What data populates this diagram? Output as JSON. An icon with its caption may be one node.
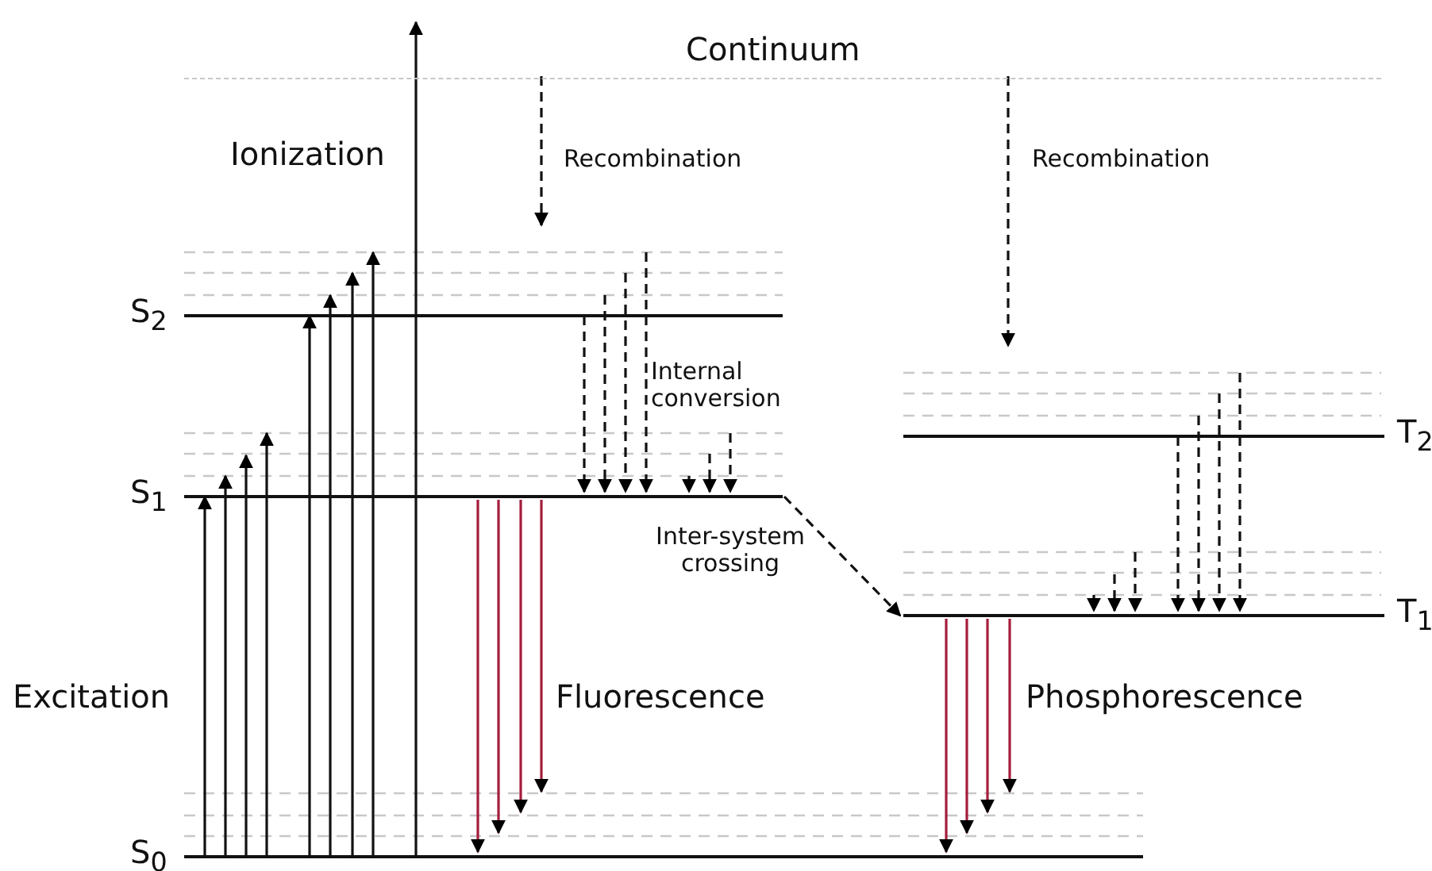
{
  "diagram": {
    "nodes": [
      {
        "text": [
          "Continuum"
        ]
      },
      {
        "text": [
          "S$_{2}$"
        ]
      },
      {
        "text": [
          "S$_{1}$"
        ]
      },
      {
        "text": [
          "S$_{0}$"
        ]
      },
      {
        "text": [
          "T$_{2}$"
        ]
      },
      {
        "text": [
          "T$_{1}$"
        ]
      }
    ],
    "edges": [
      {
        "from": 3,
        "to": 2,
        "arrow": "to"
      },
      {
        "from": 3,
        "to": 2,
        "arrow": "to"
      },
      {
        "from": 3,
        "to": 2,
        "arrow": "to"
      },
      {
        "from": 3,
        "to": 2,
        "arrow": "to"
      },
      {
        "from": 3,
        "to": 1,
        "arrow": "to"
      },
      {
        "from": 3,
        "to": 1,
        "arrow": "to"
      },
      {
        "from": 3,
        "to": 1,
        "arrow": "to"
      },
      {
        "from": 3,
        "to": 1,
        "arrow": "to"
      },
      {
        "from": 3,
        "to": 0,
        "arrow": "to"
      },
      {
        "from": 0,
        "to": null,
        "arrow": "to",
        "style": "dashed"
      },
      {
        "from": 0,
        "to": null,
        "arrow": "to",
        "style": "dashed"
      },
      {
        "from": 1,
        "to": 2,
        "arrow": "to",
        "style": "dashed"
      },
      {
        "from": 1,
        "to": 2,
        "arrow": "to",
        "style": "dashed"
      },
      {
        "from": 1,
        "to": 2,
        "arrow": "to",
        "style": "dashed"
      },
      {
        "from": 1,
        "to": 2,
        "arrow": "to",
        "style": "dashed"
      },
      {
        "from": null,
        "to": 2,
        "arrow": "to",
        "style": "dashed"
      },
      {
        "from": null,
        "to": 2,
        "arrow": "to",
        "style": "dashed"
      },
      {
        "from": null,
        "to": 2,
        "arrow": "to",
        "style": "dashed"
      },
      {
        "from": 2,
        "to": 5,
        "arrow": "to",
        "style": "dashed"
      },
      {
        "from": 2,
        "to": 3,
        "arrow": "to",
        "color": "#a51d3c"
      },
      {
        "from": 2,
        "to": 3,
        "arrow": "to",
        "color": "#a51d3c"
      },
      {
        "from": 2,
        "to": 3,
        "arrow": "to",
        "color": "#a51d3c"
      },
      {
        "from": 2,
        "to": 3,
        "arrow": "to",
        "color": "#a51d3c"
      },
      {
        "from": null,
        "to": 5,
        "arrow": "to",
        "style": "dashed"
      },
      {
        "from": null,
        "to": 5,
        "arrow": "to",
        "style": "dashed"
      },
      {
        "from": null,
        "to": 5,
        "arrow": "to",
        "style": "dashed"
      },
      {
        "from": 4,
        "to": 5,
        "arrow": "to",
        "style": "dashed"
      },
      {
        "from": 4,
        "to": 5,
        "arrow": "to",
        "style": "dashed"
      },
      {
        "from": 4,
        "to": 5,
        "arrow": "to",
        "style": "dashed"
      },
      {
        "from": 4,
        "to": 5,
        "arrow": "to",
        "style": "dashed"
      },
      {
        "from": 5,
        "to": 3,
        "arrow": "to",
        "color": "#a51d3c"
      },
      {
        "from": 5,
        "to": 3,
        "arrow": "to",
        "color": "#a51d3c"
      },
      {
        "from": 5,
        "to": 3,
        "arrow": "to",
        "color": "#a51d3c"
      },
      {
        "from": 5,
        "to": 3,
        "arrow": "to",
        "color": "#a51d3c"
      }
    ],
    "labels": [
      "Ionization",
      "Recombination",
      "Recombination",
      "Internal conversion",
      "Inter-system crossing",
      "Excitation",
      "Fluorescence",
      "Phosphorescence"
    ]
  }
}
